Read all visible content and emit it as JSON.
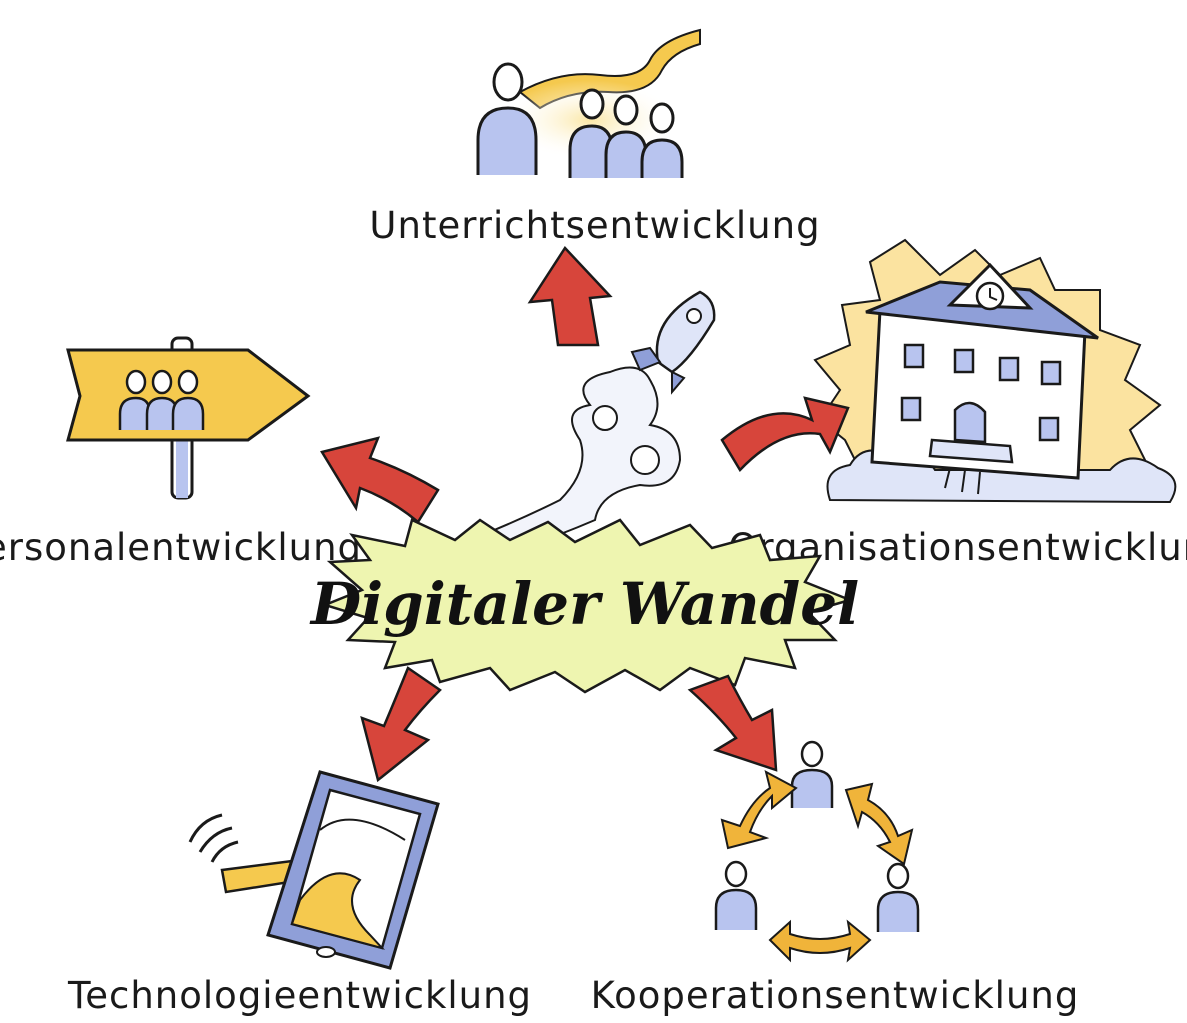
{
  "center": {
    "title": "Digitaler Wandel"
  },
  "branches": {
    "top": {
      "label": "Unterrichtsentwicklung"
    },
    "left": {
      "label": "Personalentwicklung"
    },
    "right": {
      "label": "Organisationsentwicklung"
    },
    "bottom_left": {
      "label": "Technologieentwicklung"
    },
    "bottom_right": {
      "label": "Kooperationsentwicklung"
    }
  },
  "colors": {
    "arrow_red": "#d7453b",
    "arrow_orange": "#f0b43a",
    "burst_green": "#eef5b0",
    "burst_glow": "#f7d36b",
    "accent_blue": "#8f9fd8",
    "ink": "#1a1a1a"
  },
  "icons": {
    "top": "people-path-icon",
    "left": "signpost-team-icon",
    "right": "school-building-icon",
    "bottom_left": "tablet-router-icon",
    "bottom_right": "cooperation-cycle-icon",
    "center": "rocket-icon"
  }
}
